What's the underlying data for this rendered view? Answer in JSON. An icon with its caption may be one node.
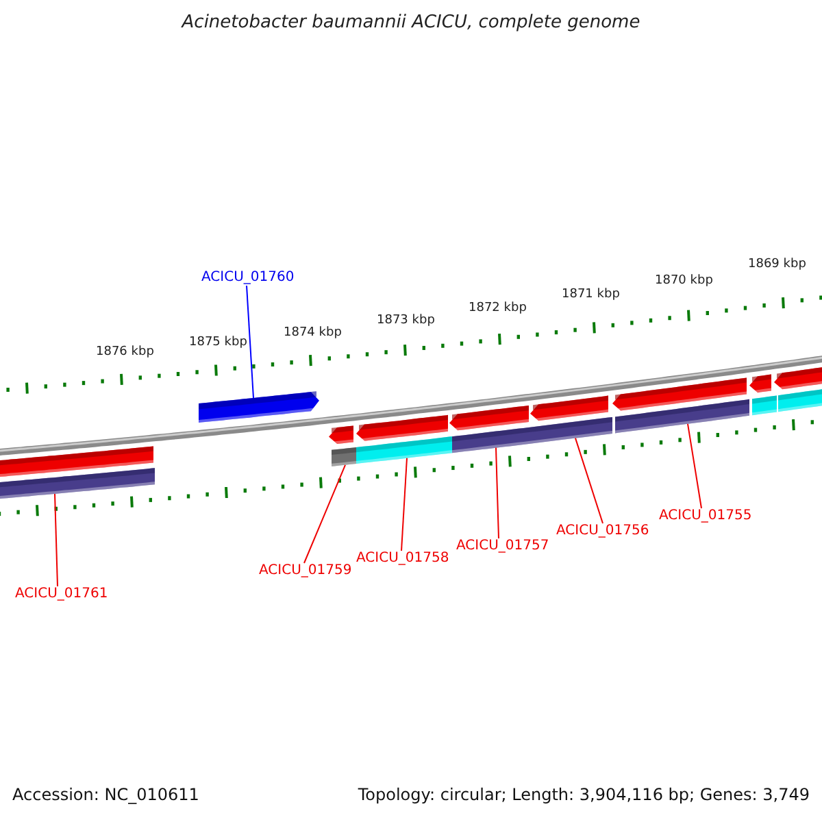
{
  "diagram": {
    "title": "Acinetobacter baumannii ACICU, complete genome",
    "nodes": [
      {
        "text": [
          "ACICU_01760"
        ]
      },
      {
        "text": [],
        "shape": "bar"
      },
      {
        "text": [
          "ACICU_01761"
        ]
      },
      {
        "text": [],
        "shape": "bar"
      },
      {
        "text": [
          "ACICU_01759"
        ]
      },
      {
        "text": [],
        "shape": "bar"
      },
      {
        "text": [
          "ACICU_01758"
        ]
      },
      {
        "text": [],
        "shape": "bar"
      },
      {
        "text": [
          "ACICU_01757"
        ]
      },
      {
        "text": [],
        "shape": "bar"
      },
      {
        "text": [
          "ACICU_01756"
        ]
      },
      {
        "text": [],
        "shape": "bar"
      },
      {
        "text": [
          "ACICU_01755"
        ]
      },
      {
        "text": [],
        "shape": "bar"
      }
    ],
    "edges": [
      {
        "from": 0,
        "to": 1,
        "arrow": "none",
        "color": "#0000ff"
      },
      {
        "from": 2,
        "to": 3,
        "arrow": "none"
      },
      {
        "from": 4,
        "to": 5,
        "arrow": "none"
      },
      {
        "from": 6,
        "to": 7,
        "arrow": "none"
      },
      {
        "from": 8,
        "to": 9,
        "arrow": "none"
      },
      {
        "from": 10,
        "to": 11,
        "arrow": "none"
      },
      {
        "from": 12,
        "to": 13,
        "arrow": "none"
      }
    ],
    "labels": [
      "1876 kbp",
      "1875 kbp",
      "1874 kbp",
      "1873 kbp",
      "1872 kbp",
      "1871 kbp",
      "1870 kbp",
      "1869 kbp",
      "Accession: NC_010611",
      "Topology: circular; Length: 3,904,116 bp; Genes: 3,749"
    ]
  }
}
